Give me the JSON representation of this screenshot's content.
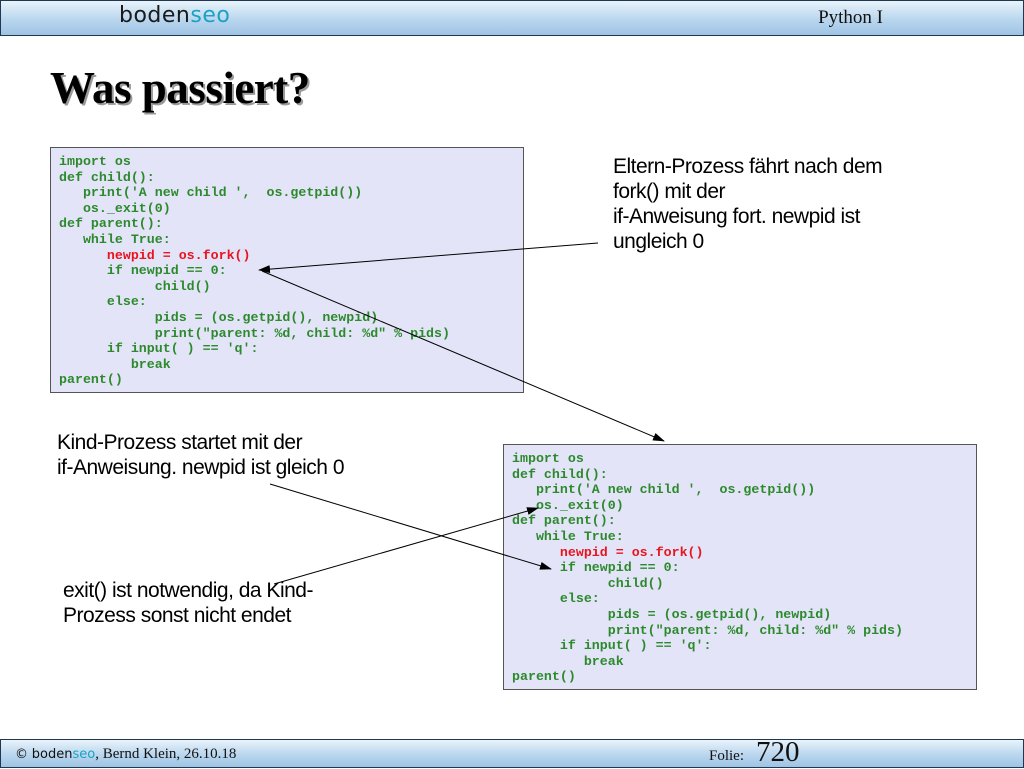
{
  "header": {
    "brand_main": "boden",
    "brand_accent": "seo",
    "course": "Python I"
  },
  "slide": {
    "title": "Was passiert?"
  },
  "code_block_1": {
    "lines": [
      "import os",
      "def child():",
      "   print('A new child ',  os.getpid())",
      "   os._exit(0)",
      "def parent():",
      "   while True:",
      "      newpid = os.fork()",
      "      if newpid == 0:",
      "            child()",
      "      else:",
      "            pids = (os.getpid(), newpid)",
      "            print(\"parent: %d, child: %d\" % pids)",
      "      if input( ) == 'q':",
      "         break",
      "parent()"
    ]
  },
  "code_block_2": {
    "lines": [
      "import os",
      "def child():",
      "   print('A new child ',  os.getpid())",
      "   os._exit(0)",
      "def parent():",
      "   while True:",
      "      newpid = os.fork()",
      "      if newpid == 0:",
      "            child()",
      "      else:",
      "            pids = (os.getpid(), newpid)",
      "            print(\"parent: %d, child: %d\" % pids)",
      "      if input( ) == 'q':",
      "         break",
      "parent()"
    ]
  },
  "annotations": {
    "parent_process": [
      "Eltern-Prozess fährt nach dem",
      "fork() mit der",
      "if-Anweisung fort. newpid ist",
      "ungleich 0"
    ],
    "child_process": [
      "Kind-Prozess startet mit der",
      "if-Anweisung. newpid ist gleich 0"
    ],
    "exit_note": [
      "exit() ist notwendig, da Kind-",
      "Prozess sonst nicht endet"
    ]
  },
  "footer": {
    "copyright_symbol": "©",
    "brand_main": "boden",
    "brand_accent": "seo",
    "author_date": ", Bernd Klein, 26.10.18",
    "folie_label": "Folie:",
    "folie_number": "720"
  },
  "colors": {
    "code_text": "#2c8a2c",
    "code_highlight": "#e8141e",
    "code_background": "#e4e4f8",
    "bar_gradient_light": "#e9f3fb",
    "bar_gradient_dark": "#9ec4e4",
    "brand_accent": "#1aa3c4"
  }
}
